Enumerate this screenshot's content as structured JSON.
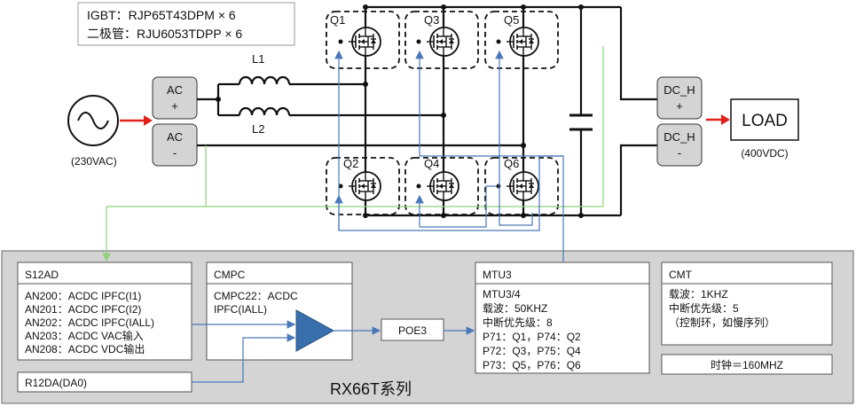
{
  "components": {
    "igbt_line": "IGBT：RJP65T43DPM × 6",
    "diode_line": "二极管：RJU6053TDPP × 6",
    "inductors": [
      "L1",
      "L2"
    ],
    "source_label": "(230VAC)",
    "load_label": "LOAD",
    "load_voltage": "(400VDC)",
    "ac_plus": [
      "AC",
      "+"
    ],
    "ac_minus": [
      "AC",
      "-"
    ],
    "dc_plus": [
      "DC_H",
      "+"
    ],
    "dc_minus": [
      "DC_H",
      "-"
    ],
    "switches": [
      "Q1",
      "Q3",
      "Q5",
      "Q2",
      "Q4",
      "Q6"
    ]
  },
  "mcu": {
    "name": "RX66T系列",
    "s12ad": {
      "title": "S12AD",
      "lines": [
        "AN200：ACDC IPFC(I1)",
        "AN201：ACDC IPFC(I2)",
        "AN202：ACDC IPFC(IALL)",
        "AN203：ACDC VAC输入",
        "AN208：ACDC VDC输出"
      ]
    },
    "r12da": "R12DA(DA0)",
    "cmpc": {
      "title": "CMPC",
      "lines": [
        "CMPC22：ACDC",
        "IPFC(IALL)"
      ]
    },
    "poe": "POE3",
    "mtu": {
      "title": "MTU3",
      "lines": [
        "MTU3/4",
        "载波：50KHZ",
        "中断优先级：8",
        "P71：Q1，P74：Q2",
        "P72：Q3，P75：Q4",
        "P73：Q5，P76：Q6"
      ]
    },
    "cmt": {
      "title": "CMT",
      "lines": [
        "载波：1KHZ",
        "中断优先级：5",
        "（控制环，如慢序列）"
      ]
    },
    "clock": "时钟＝160MHZ"
  },
  "colors": {
    "signal_blue": "#4a78b8",
    "sense_green": "#8fd27a",
    "arrow_red": "#e0201b",
    "triangle_blue": "#3a6fae",
    "panel_gray": "#d4d4d4"
  }
}
